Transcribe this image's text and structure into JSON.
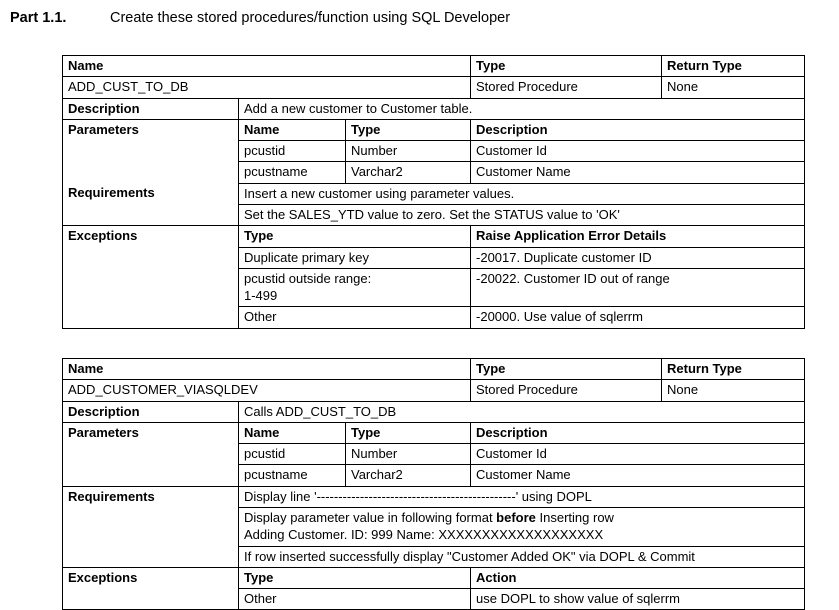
{
  "heading": {
    "part_label": "Part 1.1.",
    "title": "Create these stored procedures/function using SQL Developer"
  },
  "tables": [
    {
      "id": "table-1",
      "header": {
        "name_label": "Name",
        "type_label": "Type",
        "return_type_label": "Return Type"
      },
      "summary": {
        "name": "ADD_CUST_TO_DB",
        "type": "Stored Procedure",
        "return_type": "None"
      },
      "description_label": "Description",
      "description": "Add a new customer to Customer table.",
      "parameters_label": "Parameters",
      "parameters_header": {
        "name": "Name",
        "type": "Type",
        "description": "Description"
      },
      "parameters": [
        {
          "name": "pcustid",
          "type": "Number",
          "description": "Customer Id"
        },
        {
          "name": "pcustname",
          "type": "Varchar2",
          "description": "Customer Name"
        }
      ],
      "requirements_label": "Requirements",
      "requirements": [
        "Insert a new customer using parameter values.",
        "Set the SALES_YTD value to zero.  Set the STATUS value to 'OK'"
      ],
      "exceptions_label": "Exceptions",
      "exceptions_header": {
        "type": "Type",
        "action": "Raise Application Error Details"
      },
      "exceptions": [
        {
          "type": "Duplicate primary key",
          "type_line2": "",
          "action": "-20017. Duplicate customer ID"
        },
        {
          "type": "pcustid outside range:",
          "type_line2": "1-499",
          "action": "-20022. Customer ID out of range"
        },
        {
          "type": "Other",
          "type_line2": "",
          "action": "-20000.  Use value of sqlerrm"
        }
      ]
    },
    {
      "id": "table-2",
      "header": {
        "name_label": "Name",
        "type_label": "Type",
        "return_type_label": "Return Type"
      },
      "summary": {
        "name": "ADD_CUSTOMER_VIASQLDEV",
        "type": "Stored Procedure",
        "return_type": "None"
      },
      "description_label": "Description",
      "description": "Calls ADD_CUST_TO_DB",
      "parameters_label": "Parameters",
      "parameters_header": {
        "name": "Name",
        "type": "Type",
        "description": "Description"
      },
      "parameters": [
        {
          "name": "pcustid",
          "type": "Number",
          "description": "Customer Id"
        },
        {
          "name": "pcustname",
          "type": "Varchar2",
          "description": "Customer Name"
        }
      ],
      "requirements_label": "Requirements",
      "requirements_row1": "Display line '----------------------------------------------' using DOPL",
      "requirements_row2_pre": "Display parameter value in following format ",
      "requirements_row2_bold": "before",
      "requirements_row2_post": " Inserting row",
      "requirements_row2_line2": "Adding Customer. ID: 999   Name: XXXXXXXXXXXXXXXXXXX",
      "requirements_row3": "If row inserted successfully display \"Customer Added OK\" via DOPL & Commit",
      "exceptions_label": "Exceptions",
      "exceptions_header": {
        "type": "Type",
        "action": "Action"
      },
      "exceptions": [
        {
          "type": "Other",
          "action": "use DOPL to show value of sqlerrm"
        }
      ]
    }
  ]
}
